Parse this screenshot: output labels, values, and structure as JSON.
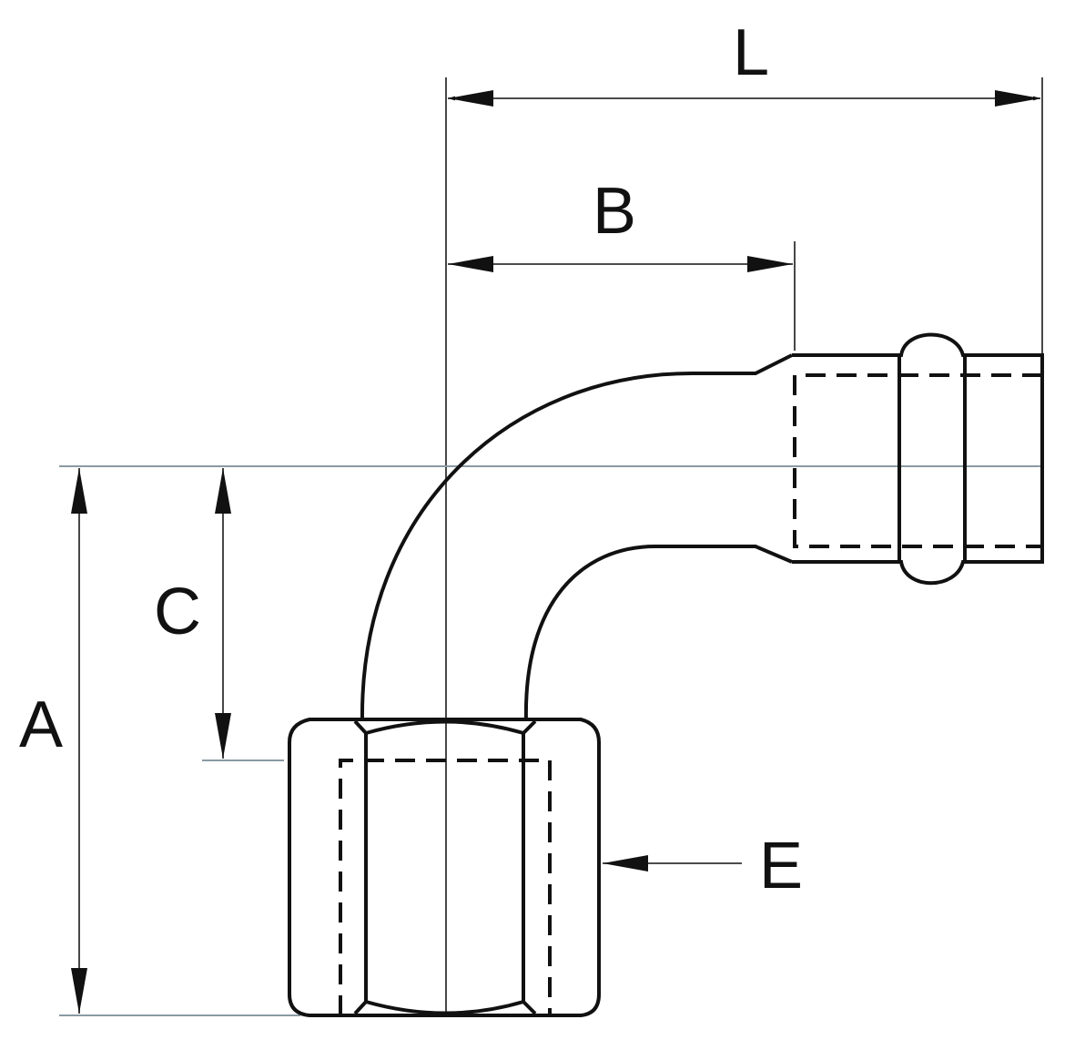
{
  "diagram": {
    "labels": {
      "L": "L",
      "B": "B",
      "C": "C",
      "A": "A",
      "E": "E"
    }
  }
}
